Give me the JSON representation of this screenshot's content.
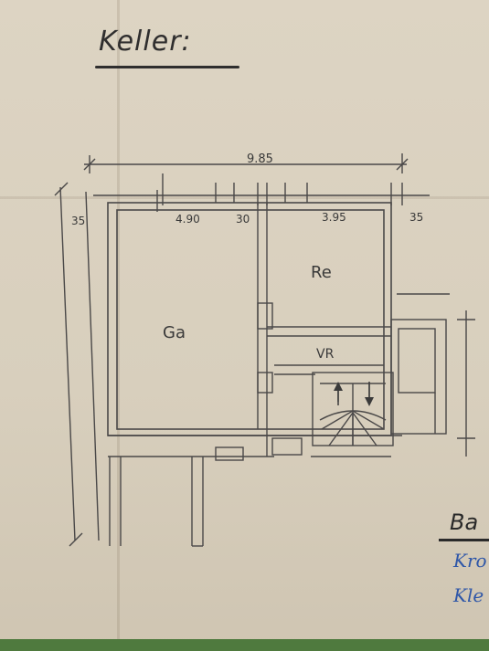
{
  "title": "Keller:",
  "dimensions": {
    "overall_width": "9.85",
    "left_room_width": "4.90",
    "wall_middle": "30",
    "right_room_width": "3.95",
    "right_wall": "35",
    "left_wall": "35"
  },
  "rooms": {
    "garage": "Ga",
    "room_right": "Re",
    "vestibule": "VR"
  },
  "corner_text": "Ba",
  "ink_notes": [
    "Kro",
    "Kle"
  ]
}
